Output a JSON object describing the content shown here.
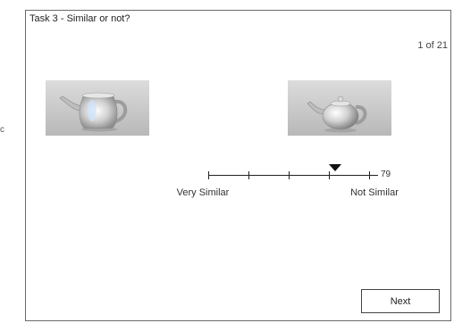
{
  "task": {
    "title": "Task 3 - Similar or not?",
    "progress": "1 of 21"
  },
  "stray_mark": "c",
  "images": {
    "left": {
      "subject": "teapot-tall"
    },
    "right": {
      "subject": "teapot-round"
    }
  },
  "scale": {
    "value": 79,
    "value_label": "79",
    "min": 0,
    "max": 100,
    "tick_count": 5,
    "left_label": "Very Similar",
    "right_label": "Not Similar"
  },
  "buttons": {
    "next_label": "Next"
  }
}
